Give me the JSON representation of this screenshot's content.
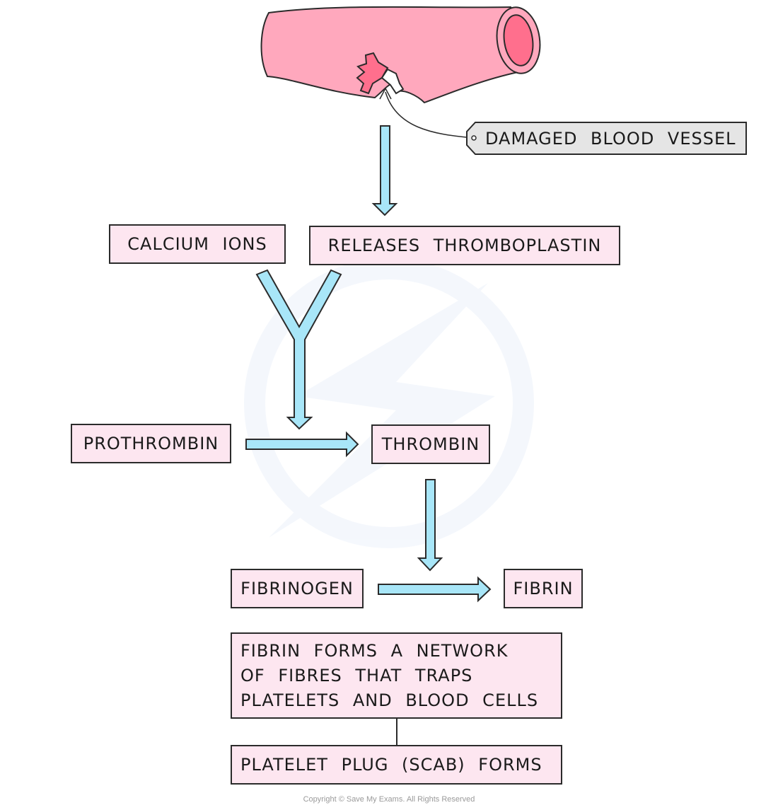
{
  "diagram": {
    "vessel_label": "DAMAGED BLOOD VESSEL",
    "boxes": {
      "calcium_ions": "CALCIUM IONS",
      "releases_thromboplastin": "RELEASES THROMBOPLASTIN",
      "prothrombin": "PROTHROMBIN",
      "thrombin": "THROMBIN",
      "fibrinogen": "FIBRINOGEN",
      "fibrin": "FIBRIN",
      "fibrin_network": [
        "FIBRIN FORMS A NETWORK",
        "OF FIBRES THAT TRAPS",
        "PLATELETS AND BLOOD CELLS"
      ],
      "platelet_plug": "PLATELET PLUG (SCAB) FORMS"
    },
    "copyright": "Copyright © Save My Exams. All Rights Reserved"
  },
  "colors": {
    "vessel_fill": "#ffa8bd",
    "vessel_inner": "#ff6f8d",
    "box_fill": "#fde6f0",
    "arrow_fill": "#a8e6f8",
    "tag_fill": "#e5e5e5"
  }
}
